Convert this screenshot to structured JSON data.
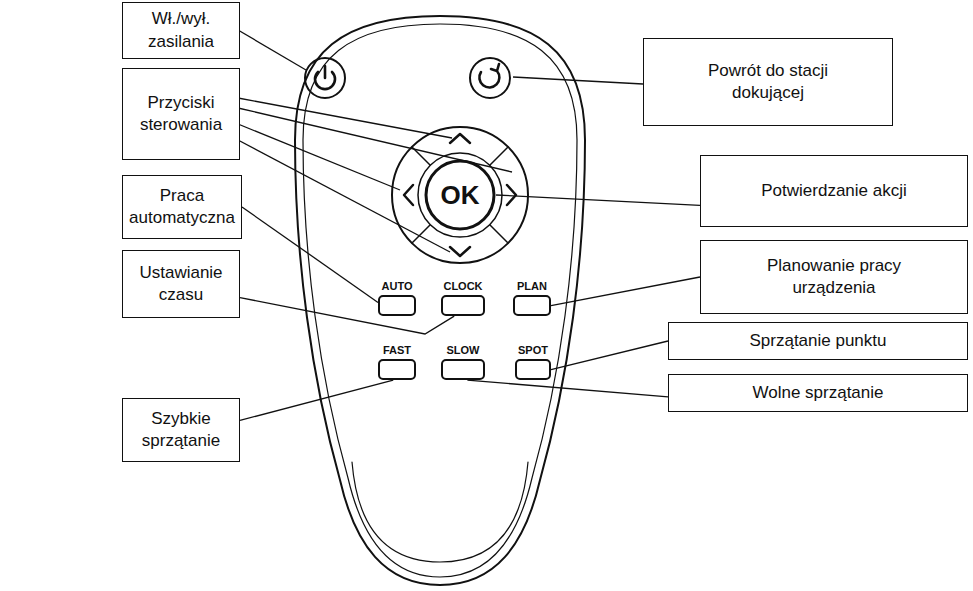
{
  "diagram": {
    "nodes": [
      {
        "text": [
          "Wł./wył. zasilania"
        ]
      },
      {
        "text": [
          "Powrót do stacji dokującej"
        ]
      },
      {
        "text": [
          "Przyciski sterowania"
        ]
      },
      {
        "text": [
          "Potwierdzanie akcji"
        ]
      },
      {
        "text": [
          "Praca automatyczna"
        ]
      },
      {
        "text": [
          "Planowanie pracy urządzenia"
        ]
      },
      {
        "text": [
          "Ustawianie czasu"
        ]
      },
      {
        "text": [
          "Sprzątanie punktu"
        ]
      },
      {
        "text": [
          "Szybkie sprzątanie"
        ]
      },
      {
        "text": [
          "Wolne sprzątanie"
        ]
      },
      {
        "text": [
          "OK"
        ]
      },
      {
        "text": [
          "AUTO"
        ]
      },
      {
        "text": [
          "CLOCK"
        ]
      },
      {
        "text": [
          "PLAN"
        ]
      },
      {
        "text": [
          "FAST"
        ]
      },
      {
        "text": [
          "SLOW"
        ]
      },
      {
        "text": [
          "SPOT"
        ]
      }
    ],
    "edges": [
      {
        "from": 3,
        "to": 10,
        "arrow": "none"
      },
      {
        "from": 4,
        "to": 11,
        "arrow": "none"
      },
      {
        "from": 6,
        "to": 12,
        "arrow": "none"
      },
      {
        "from": 5,
        "to": 13,
        "arrow": "none"
      },
      {
        "from": 8,
        "to": 14,
        "arrow": "none"
      },
      {
        "from": 9,
        "to": 15,
        "arrow": "none"
      },
      {
        "from": 7,
        "to": 16,
        "arrow": "none"
      }
    ]
  }
}
